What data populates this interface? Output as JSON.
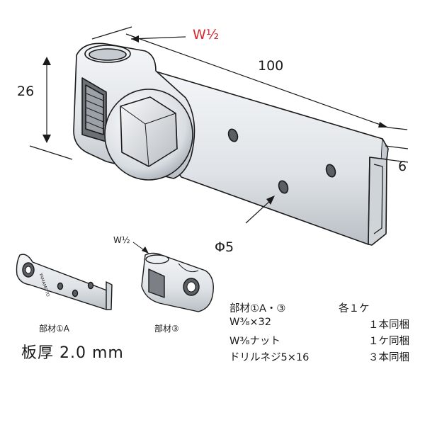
{
  "colors": {
    "accent": "#d9272e",
    "line": "#1a1a1a",
    "metal": "#e4e7ea"
  },
  "main_figure": {
    "bolt_label": "W½",
    "length_label": "100",
    "height_label": "26",
    "depth_label": "6",
    "hole_label": "Φ5"
  },
  "part_a": {
    "bolt_label": "W½",
    "caption_a": "部材①A",
    "caption_3": "部材③"
  },
  "thickness": "板厚 2.0 mm",
  "spec": [
    {
      "name": "部材①A・③",
      "qty": "各１ケ"
    },
    {
      "name": "W⅜×32",
      "qty": "１本同梱"
    },
    {
      "name": "W⅜ナット",
      "qty": "１ケ同梱"
    },
    {
      "name": "ドリルネジ5×16",
      "qty": "３本同梱"
    }
  ]
}
